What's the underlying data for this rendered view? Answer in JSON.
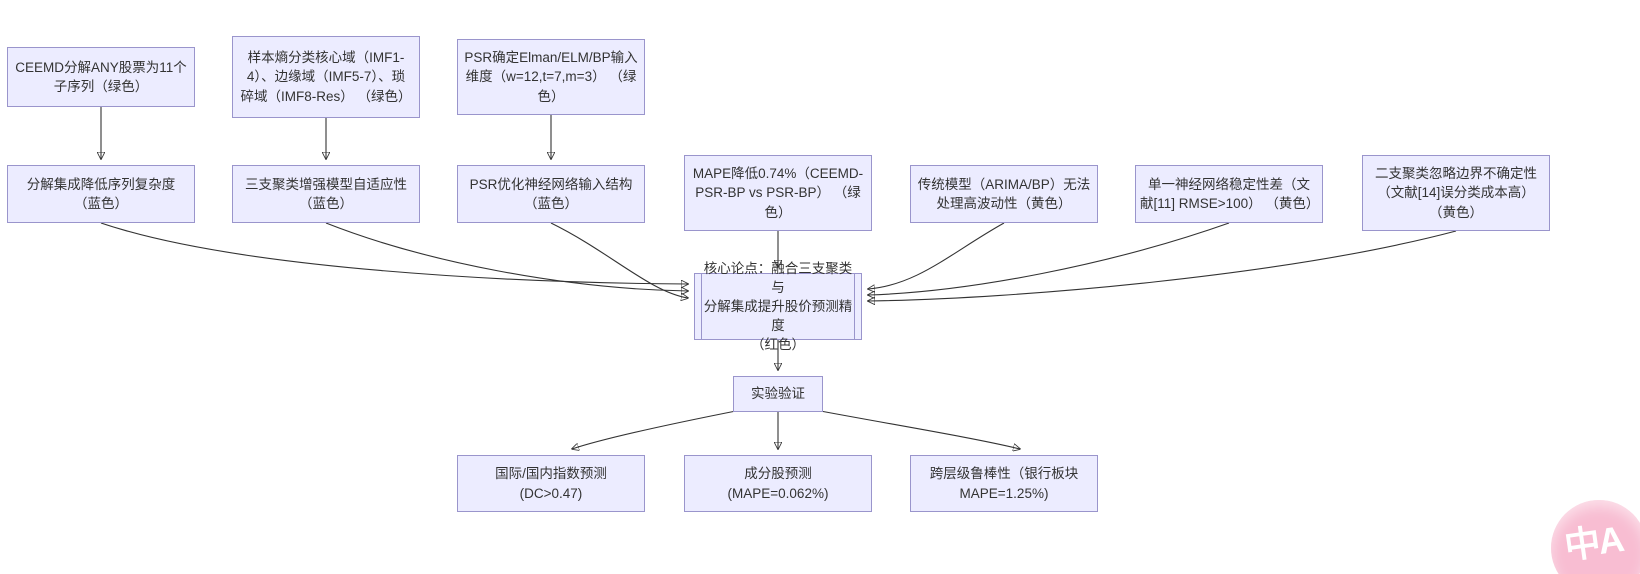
{
  "diagram": {
    "background_color": "#ffffff",
    "node_fill_color": "#ECECFF",
    "node_border_color": "#9a95cc",
    "arrow_color": "#333333",
    "text_color": "#333333",
    "nodes": [
      {
        "id": "ceemd-decompose",
        "label": "CEEMD分解ANY股票为11个\n子序列（绿色）"
      },
      {
        "id": "sample-entropy",
        "label": "样本熵分类核心域（IMF1-\n4）、边缘域（IMF5-7）、琐\n碎域（IMF8-Res） （绿色）"
      },
      {
        "id": "psr-input-dim",
        "label": "PSR确定Elman/ELM/BP输入\n维度（w=12,t=7,m=3） （绿\n色）"
      },
      {
        "id": "decompose-complexity",
        "label": "分解集成降低序列复杂度\n（蓝色）"
      },
      {
        "id": "three-way-adaptive",
        "label": "三支聚类增强模型自适应性\n（蓝色）"
      },
      {
        "id": "psr-optimize",
        "label": "PSR优化神经网络输入结构\n（蓝色）"
      },
      {
        "id": "mape-reduce",
        "label": "MAPE降低0.74%（CEEMD-\nPSR-BP vs PSR-BP） （绿\n色）"
      },
      {
        "id": "traditional-limit",
        "label": "传统模型（ARIMA/BP）无法\n处理高波动性（黄色）"
      },
      {
        "id": "single-nn-unstable",
        "label": "单一神经网络稳定性差（文\n献[11] RMSE>100） （黄色）"
      },
      {
        "id": "two-way-limit",
        "label": "二支聚类忽略边界不确定性\n（文献[14]误分类成本高）\n（黄色）"
      },
      {
        "id": "core-thesis",
        "label": "核心论点：融合三支聚类与\n分解集成提升股价预测精度\n（红色）"
      },
      {
        "id": "experiment-validation",
        "label": "实验验证"
      },
      {
        "id": "index-prediction",
        "label": "国际/国内指数预测\n(DC>0.47)"
      },
      {
        "id": "constituent-prediction",
        "label": "成分股预测\n(MAPE=0.062%)"
      },
      {
        "id": "cross-level-robustness",
        "label": "跨层级鲁棒性（银行板块\nMAPE=1.25%)"
      }
    ],
    "edges": [
      {
        "from": "ceemd-decompose",
        "to": "decompose-complexity"
      },
      {
        "from": "sample-entropy",
        "to": "three-way-adaptive"
      },
      {
        "from": "psr-input-dim",
        "to": "psr-optimize"
      },
      {
        "from": "decompose-complexity",
        "to": "core-thesis"
      },
      {
        "from": "three-way-adaptive",
        "to": "core-thesis"
      },
      {
        "from": "psr-optimize",
        "to": "core-thesis"
      },
      {
        "from": "mape-reduce",
        "to": "core-thesis"
      },
      {
        "from": "traditional-limit",
        "to": "core-thesis"
      },
      {
        "from": "single-nn-unstable",
        "to": "core-thesis"
      },
      {
        "from": "two-way-limit",
        "to": "core-thesis"
      },
      {
        "from": "core-thesis",
        "to": "experiment-validation"
      },
      {
        "from": "experiment-validation",
        "to": "index-prediction"
      },
      {
        "from": "experiment-validation",
        "to": "constituent-prediction"
      },
      {
        "from": "experiment-validation",
        "to": "cross-level-robustness"
      }
    ]
  },
  "badge": {
    "label": "中A",
    "color": "#f8bdd2"
  }
}
